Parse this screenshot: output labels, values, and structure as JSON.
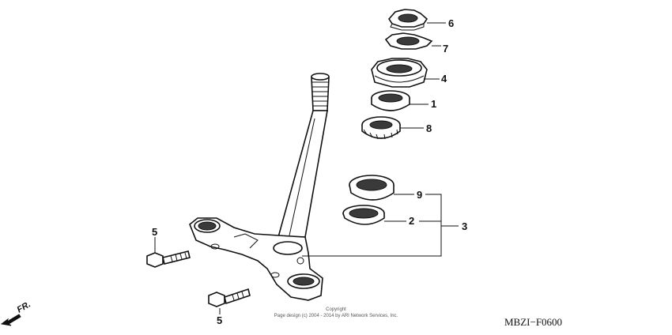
{
  "callouts": {
    "p6": "6",
    "p7": "7",
    "p4": "4",
    "p1": "1",
    "p8": "8",
    "p9": "9",
    "p2": "2",
    "p3": "3",
    "p5a": "5",
    "p5b": "5"
  },
  "direction_label": "FR.",
  "copyright": {
    "line1": "Copyright",
    "line2": "Page design (c) 2004 - 2014 by ARI Network Services, Inc."
  },
  "diagram_code": "MBZI−F0600"
}
